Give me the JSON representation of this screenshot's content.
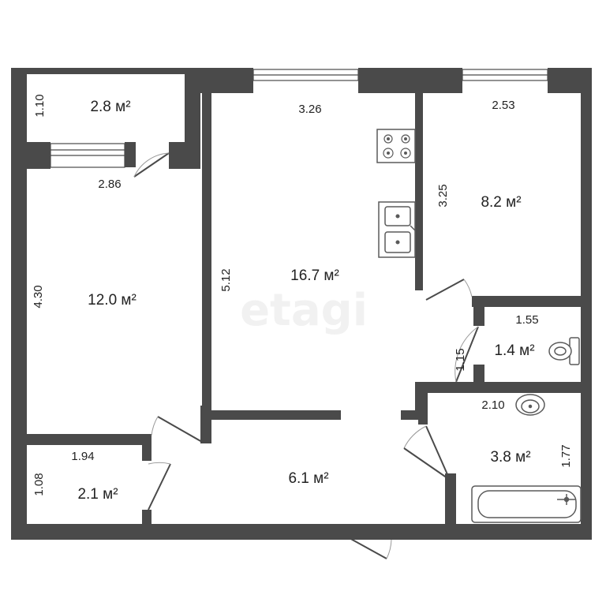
{
  "watermark": "etagi",
  "colors": {
    "wall": "#4a4a4a",
    "fixture": "#5a5a5a",
    "background": "#ffffff"
  },
  "rooms": {
    "balcony": {
      "area": "2.8 м²",
      "dim_a": "1.10",
      "dim_b": "2.86"
    },
    "bedroom": {
      "area": "12.0 м²",
      "dim_a": "4.30"
    },
    "kitchen": {
      "area": "16.7 м²",
      "dim_a": "3.26",
      "dim_b": "5.12"
    },
    "room_right": {
      "area": "8.2 м²",
      "dim_a": "2.53",
      "dim_b": "3.25"
    },
    "toilet": {
      "area": "1.4 м²",
      "dim_a": "1.55",
      "dim_b": "1.15"
    },
    "bathroom": {
      "area": "3.8 м²",
      "dim_a": "2.10",
      "dim_b": "1.77"
    },
    "hallway": {
      "area": "6.1 м²"
    },
    "closet": {
      "area": "2.1 м²",
      "dim_a": "1.94",
      "dim_b": "1.08"
    }
  },
  "icons": [
    "stove-icon",
    "double-sink-icon",
    "toilet-icon",
    "washbasin-icon",
    "bathtub-icon"
  ]
}
